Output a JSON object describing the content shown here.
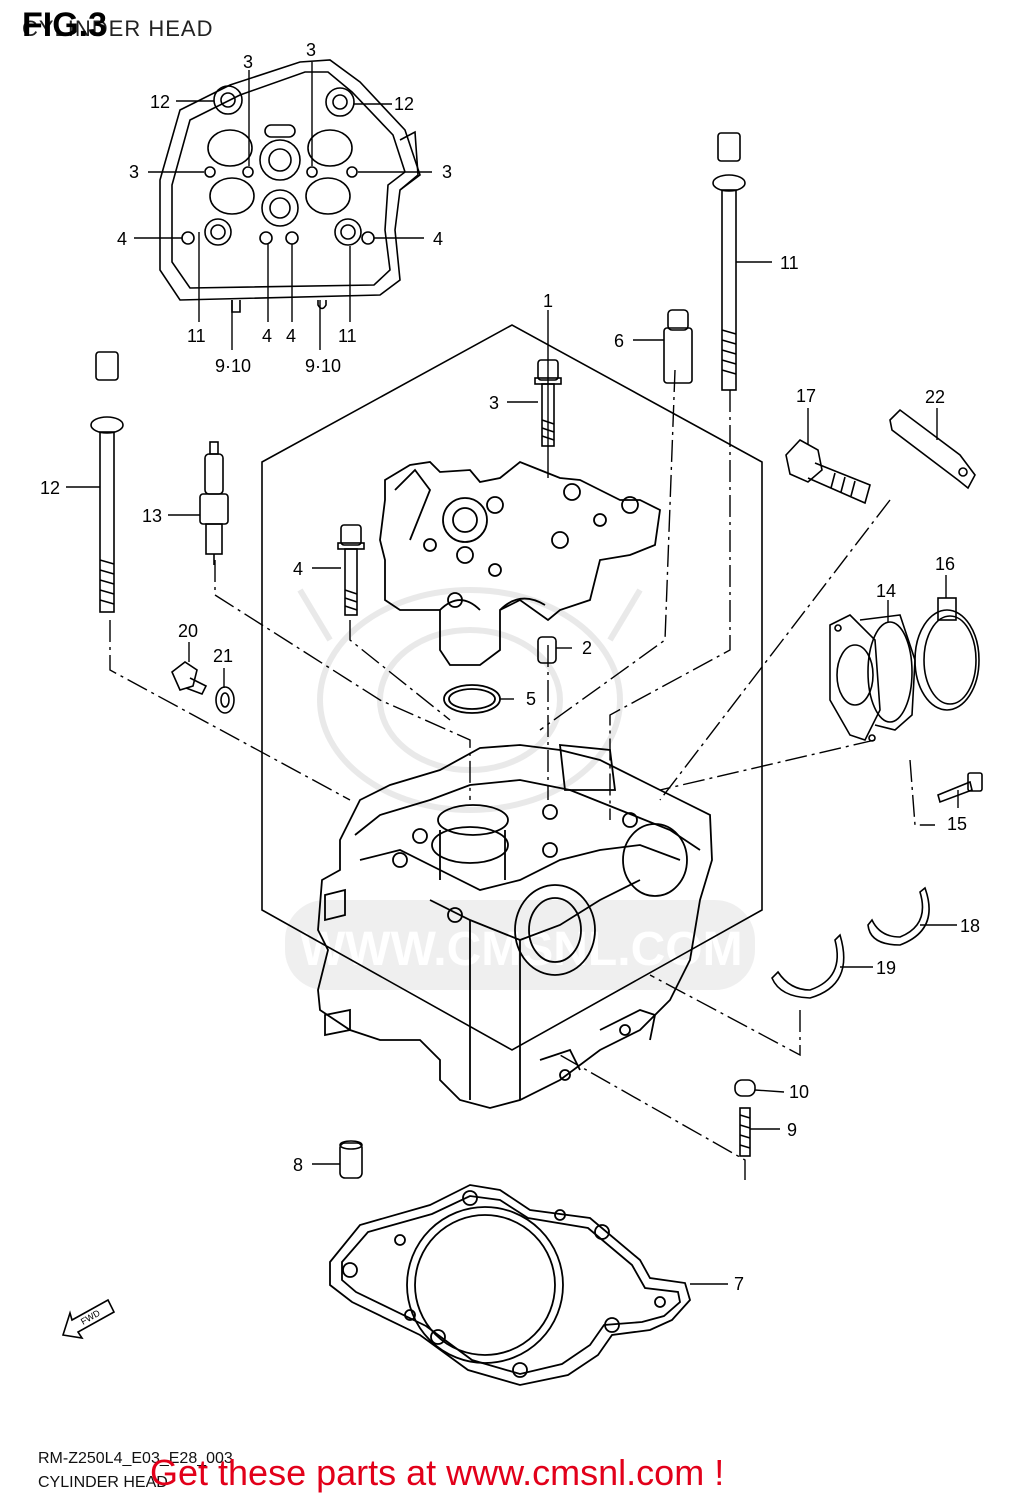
{
  "header": {
    "fig": "FIG.3",
    "subtitle": "CYLINDER HEAD"
  },
  "inset_callouts": [
    {
      "id": "i12l",
      "label": "12"
    },
    {
      "id": "i3tl",
      "label": "3"
    },
    {
      "id": "i3tr",
      "label": "3"
    },
    {
      "id": "i12r",
      "label": "12"
    },
    {
      "id": "i3l",
      "label": "3"
    },
    {
      "id": "i3r",
      "label": "3"
    },
    {
      "id": "i4l",
      "label": "4"
    },
    {
      "id": "i4r",
      "label": "4"
    },
    {
      "id": "i11l",
      "label": "11"
    },
    {
      "id": "i4bl",
      "label": "4"
    },
    {
      "id": "i4br",
      "label": "4"
    },
    {
      "id": "i11r",
      "label": "11"
    },
    {
      "id": "i910l",
      "label": "9·10"
    },
    {
      "id": "i910r",
      "label": "9·10"
    }
  ],
  "part_callouts": [
    {
      "id": "p1",
      "label": "1"
    },
    {
      "id": "p2",
      "label": "2"
    },
    {
      "id": "p3",
      "label": "3"
    },
    {
      "id": "p4",
      "label": "4"
    },
    {
      "id": "p5",
      "label": "5"
    },
    {
      "id": "p6",
      "label": "6"
    },
    {
      "id": "p7",
      "label": "7"
    },
    {
      "id": "p8",
      "label": "8"
    },
    {
      "id": "p9",
      "label": "9"
    },
    {
      "id": "p10",
      "label": "10"
    },
    {
      "id": "p11",
      "label": "11"
    },
    {
      "id": "p12",
      "label": "12"
    },
    {
      "id": "p13",
      "label": "13"
    },
    {
      "id": "p14",
      "label": "14"
    },
    {
      "id": "p15",
      "label": "15"
    },
    {
      "id": "p16",
      "label": "16"
    },
    {
      "id": "p17",
      "label": "17"
    },
    {
      "id": "p18",
      "label": "18"
    },
    {
      "id": "p19",
      "label": "19"
    },
    {
      "id": "p20",
      "label": "20"
    },
    {
      "id": "p21",
      "label": "21"
    },
    {
      "id": "p22",
      "label": "22"
    }
  ],
  "fwd_label": "FWD",
  "watermark": "WWW.CMSNL.COM",
  "footer": {
    "code": "RM-Z250L4_E03_E28_003",
    "name": "CYLINDER HEAD"
  },
  "promo": "Get these parts at www.cmsnl.com !",
  "colors": {
    "line": "#000000",
    "promo": "#e2001a",
    "watermark": "#d9d9d9"
  }
}
